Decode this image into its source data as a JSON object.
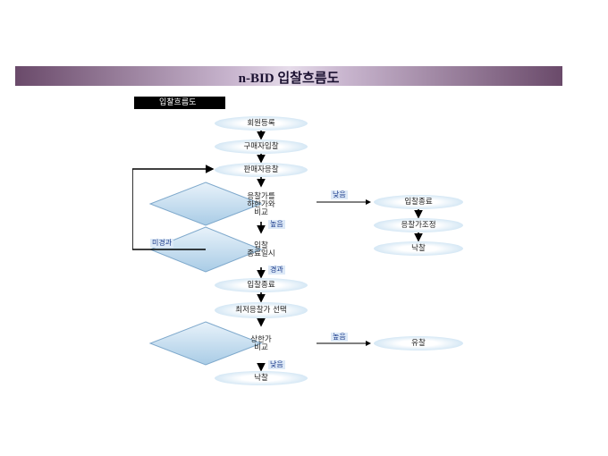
{
  "title": "n-BID 입찰흐름도",
  "header_label": "입찰흐름도",
  "nodes": {
    "register": "회원등록",
    "buyer_bid": "구매자입찰",
    "seller_bid": "판매자응찰",
    "compare_price": "응찰가를\n하한가와\n비교",
    "bid_end_time": "입찰\n종료일시",
    "bid_end": "입찰종료",
    "lowest_select": "최저응찰가\n선택",
    "compare_upper": "상한가\n비교",
    "award": "낙찰",
    "right_bid_end": "입찰종료",
    "right_adjust": "응찰가조정",
    "right_award": "낙찰",
    "fail": "유찰"
  },
  "edge_labels": {
    "low_1": "낮음",
    "high_1": "높음",
    "not_passed": "미경과",
    "passed": "경과",
    "high_2": "높음",
    "low_2": "낮음"
  },
  "colors": {
    "ellipse_fill": "#d6e8f5",
    "diamond_fill": "#b9d6ec",
    "line": "#000000",
    "label_bg": "#dde9f7"
  }
}
